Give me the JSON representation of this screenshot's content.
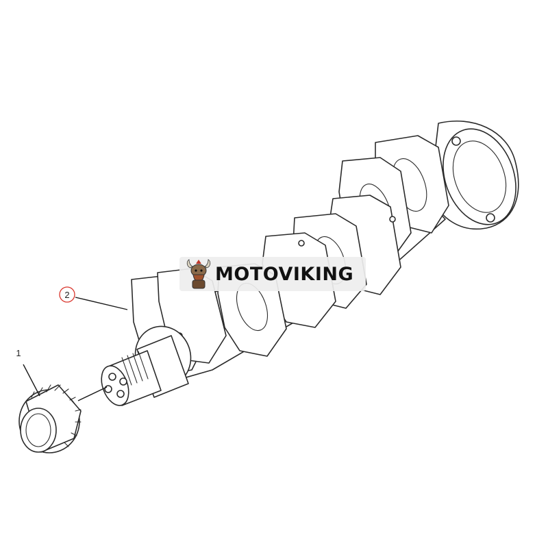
{
  "diagram": {
    "callouts": [
      {
        "id": "1",
        "label": "1",
        "circled": false,
        "color": "#222222"
      },
      {
        "id": "2",
        "label": "2",
        "circled": true,
        "color": "#d9342b"
      }
    ],
    "parts": [
      {
        "callout": "1",
        "icon": "gear-icon"
      },
      {
        "callout": "2",
        "icon": "crankshaft-icon"
      }
    ]
  },
  "watermark": {
    "text": "MOTOVIKING",
    "logo_icon": "viking-mascot-icon",
    "accent_color": "#c0392b"
  }
}
